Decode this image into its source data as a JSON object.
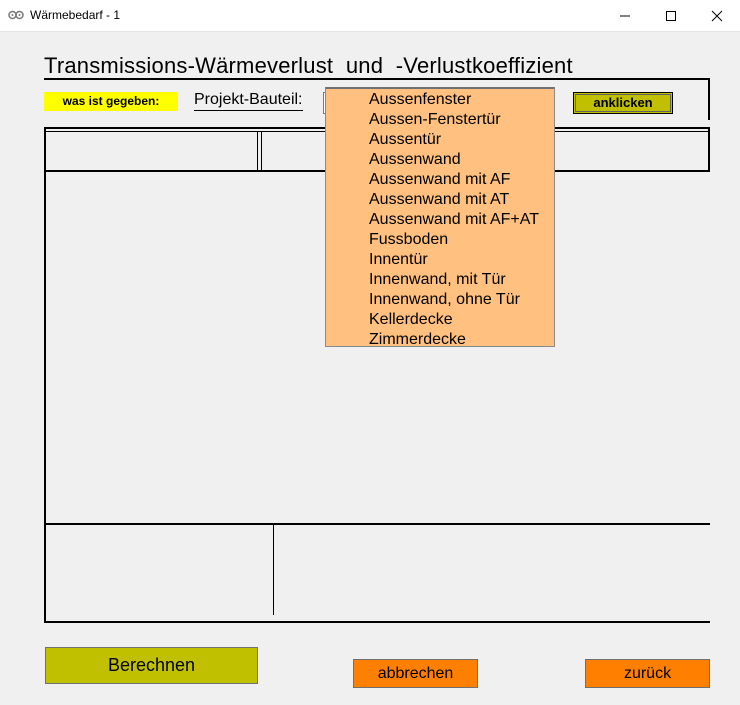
{
  "window": {
    "title": "Wärmebedarf - 1",
    "icon": "gear-pair-icon",
    "controls": [
      "minimize-icon",
      "maximize-icon",
      "close-icon"
    ]
  },
  "heading": "Transmissions-Wärmeverlust  und  -Verlustkoeffizient",
  "given_label": "was ist gegeben:",
  "bauteil_label": "Projekt-Bauteil:",
  "dropdown": {
    "options": [
      "Aussenfenster",
      "Aussen-Fenstertür",
      "Aussentür",
      "Aussenwand",
      "Aussenwand mit AF",
      "Aussenwand mit AT",
      "Aussenwand mit AF+AT",
      "Fussboden",
      "Innentür",
      "Innenwand, mit Tür",
      "Innenwand, ohne Tür",
      "Kellerdecke",
      "Zimmerdecke"
    ]
  },
  "buttons": {
    "anklicken": "anklicken",
    "berechnen": "Berechnen",
    "abbrechen": "abbrechen",
    "zurueck": "zurück"
  },
  "colors": {
    "given_label_bg": "#ffff00",
    "dropdown_bg": "#ffc080",
    "olive_button": "#c0c000",
    "orange_button": "#ff8000"
  }
}
